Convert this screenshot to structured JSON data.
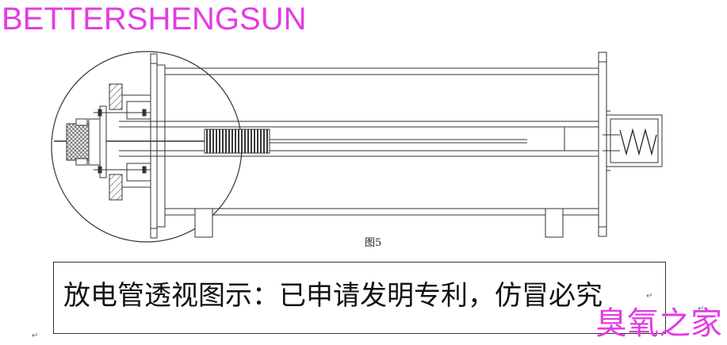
{
  "brand": {
    "text": "BETTERSHENGSUN",
    "color": "#e23ce3"
  },
  "figure": {
    "label": "图5"
  },
  "caption": {
    "text": "放电管透视图示：已申请发明专利，仿冒必究"
  },
  "watermark": {
    "text": "臭氧之家",
    "color": "#e23ce3"
  },
  "marks": {
    "return_mark": "↵"
  }
}
